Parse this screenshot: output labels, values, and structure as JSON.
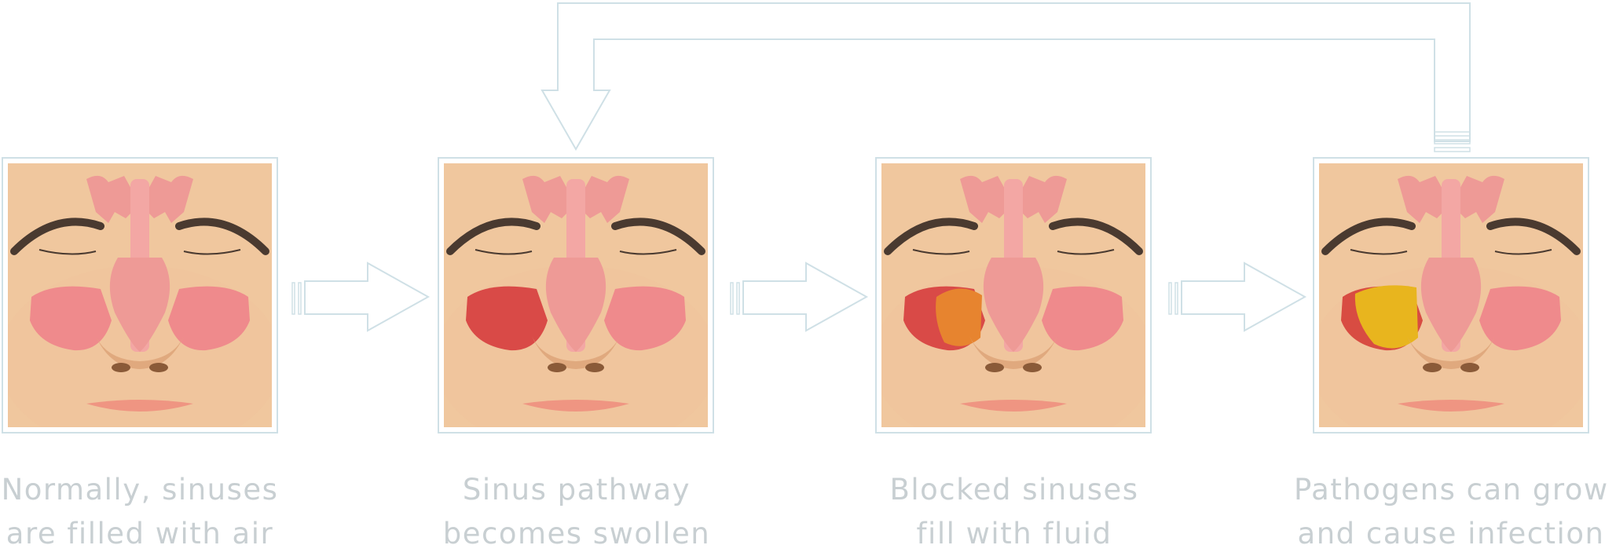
{
  "steps": [
    {
      "caption_line1": "Normally, sinuses",
      "caption_line2": "are filled with air",
      "sinus_state": "air"
    },
    {
      "caption_line1": "Sinus pathway",
      "caption_line2": "becomes swollen",
      "sinus_state": "swollen"
    },
    {
      "caption_line1": "Blocked sinuses",
      "caption_line2": "fill with fluid",
      "sinus_state": "fluid"
    },
    {
      "caption_line1": "Pathogens can grow",
      "caption_line2": "and cause infection",
      "sinus_state": "infection"
    }
  ],
  "colors": {
    "skin": "#f0c79e",
    "sinus": "#ef8a8c",
    "nasal": "#ee9a96",
    "swollen": "#d94a47",
    "fluid": "#e7842f",
    "infection": "#e8b51e",
    "outline": "#cfe0e6",
    "text": "#c8cfd2"
  }
}
